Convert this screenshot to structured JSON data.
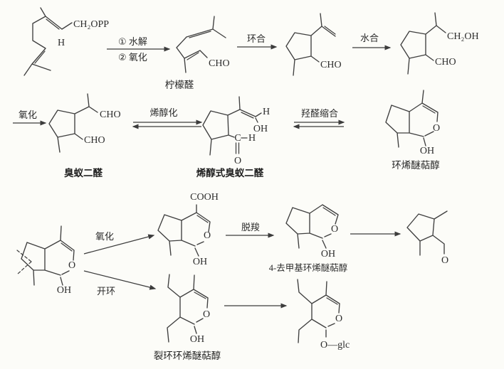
{
  "colors": {
    "background": "#fcfcf8",
    "line": "#3f3f3f",
    "text": "#2b2b2b"
  },
  "molecules": {
    "geranyl_pp": {
      "ch2opp": "CH₂OPP",
      "h": "H"
    },
    "citral": {
      "cho": "CHO",
      "name": "柠檬醛"
    },
    "cyclized_aldehyde": {
      "cho": "CHO"
    },
    "hydroxy_aldehyde": {
      "ch2oh": "CH₂OH",
      "cho": "CHO"
    },
    "iridodial": {
      "side_cho": "CHO",
      "ring_cho": "CHO",
      "name": "臭蚁二醛"
    },
    "enol_iridodial": {
      "h": "H",
      "oh": "OH",
      "c": "C",
      "h2": "H",
      "o": "O",
      "name": "烯醇式臭蚁二醛"
    },
    "iridoid_alcohol": {
      "o": "O",
      "oh": "OH",
      "name": "环烯醚萜醇"
    },
    "iridoid_precursor": {
      "o": "O",
      "oh": "OH"
    },
    "iridoid_acid": {
      "cooh": "COOH",
      "o": "O",
      "oh": "OH"
    },
    "demethyl_iridoid": {
      "o": "O",
      "oh": "OH",
      "name": "4-去甲基环烯醚萜醇"
    },
    "cyclopentane_aldehyde": {
      "o": "O"
    },
    "secoiridoid": {
      "o": "O",
      "oh": "OH",
      "name": "裂环环烯醚萜醇"
    },
    "secoiridoid_glucoside": {
      "o": "O",
      "oglc": "O—glc"
    }
  },
  "steps": {
    "hydrolysis_oxidation": {
      "line1": "① 水解",
      "line2": "② 氧化"
    },
    "cyclization": "环合",
    "hydration": "水合",
    "oxidation": "氧化",
    "enolization": "烯醇化",
    "aldol_condensation": "羟醛缩合",
    "oxidation2": "氧化",
    "ring_opening": "开环",
    "decarboxylation": "脱羧"
  }
}
